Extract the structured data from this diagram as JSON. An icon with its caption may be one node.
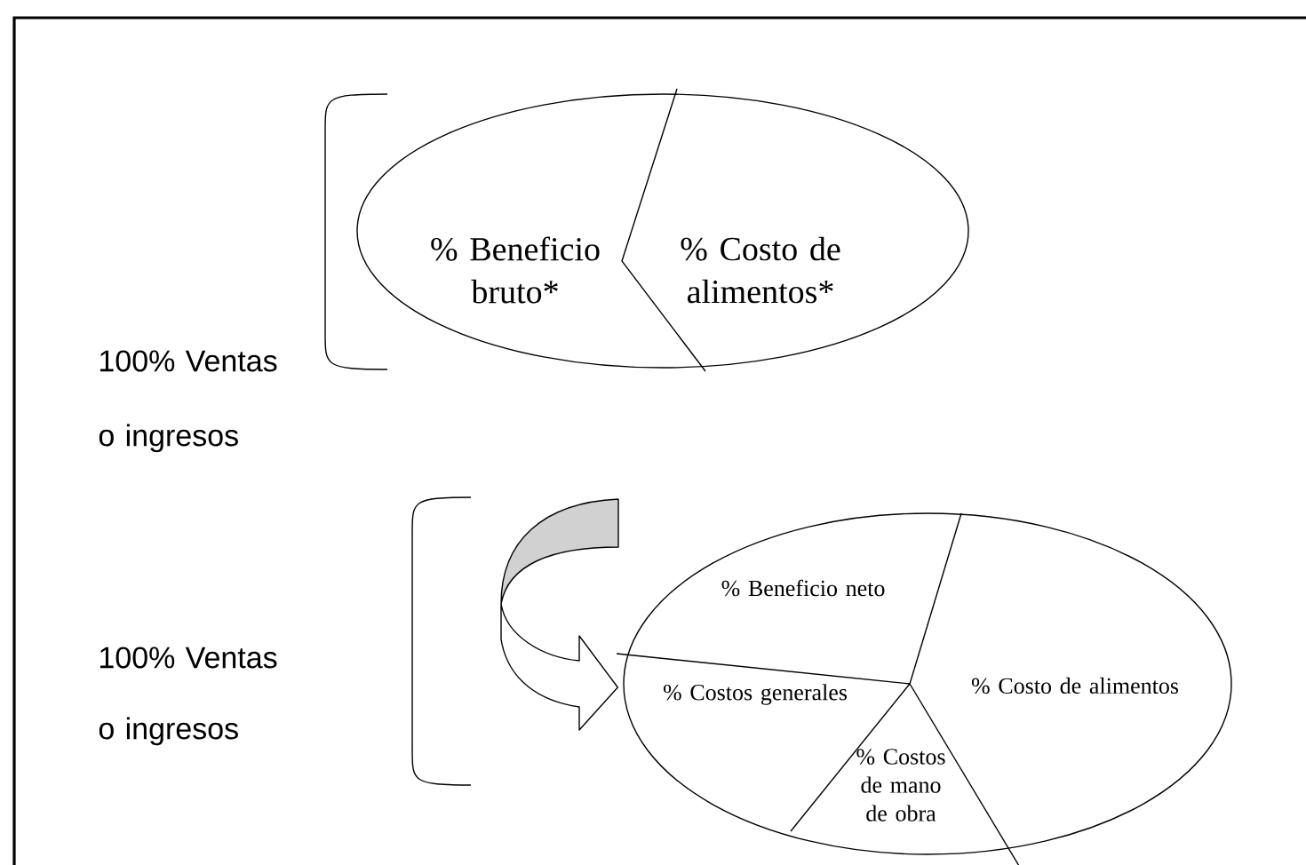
{
  "diagram": {
    "nodes": [
      {
        "text": [
          "% Beneficio bruto*",
          "% Costo de alimentos*"
        ]
      },
      {
        "text": [
          "% Beneficio neto",
          "% Costos generales",
          "% Costo de alimentos",
          "% Costos de mano de obra"
        ]
      }
    ],
    "edges": [
      {
        "from": null,
        "to": 1,
        "arrow": "to"
      }
    ],
    "labels": [
      "100% Ventas o ingresos",
      "100% Ventas o ingresos"
    ]
  }
}
